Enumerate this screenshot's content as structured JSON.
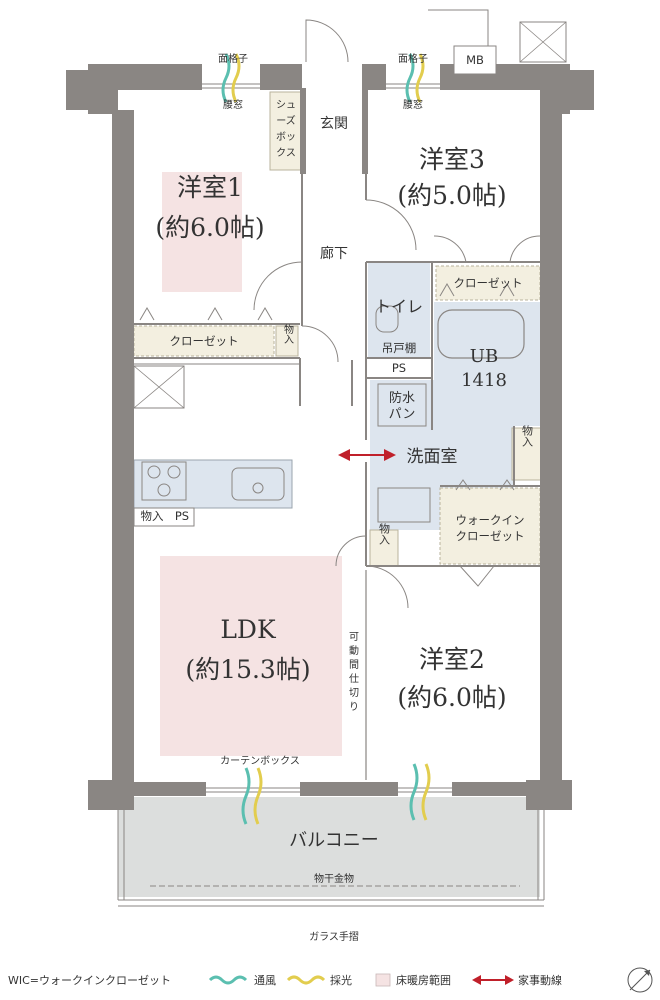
{
  "rooms": {
    "western1": {
      "name": "洋室1",
      "size": "(約6.0帖)"
    },
    "western2": {
      "name": "洋室2",
      "size": "(約6.0帖)"
    },
    "western3": {
      "name": "洋室3",
      "size": "(約5.0帖)"
    },
    "ldk": {
      "name": "LDK",
      "size": "(約15.3帖)"
    },
    "genkan": "玄関",
    "rouka": "廊下",
    "toilet": "トイレ",
    "tsuridana": "吊戸棚",
    "ub": {
      "name": "UB",
      "number": "1418"
    },
    "ps": "PS",
    "bousui": [
      "防水",
      "パン"
    ],
    "senmen": "洗面室",
    "wic": [
      "ウォークイン",
      "クローゼット"
    ],
    "balcony": "バルコニー"
  },
  "labels": {
    "mengoshi": "面格子",
    "koshimado": "腰窓",
    "mb": "MB",
    "shoes_box": [
      "シュ",
      "ーズ",
      "ボッ",
      "クス"
    ],
    "closet": "クローゼット",
    "monoire": "物入",
    "ps": "PS",
    "curtain_box": "カーテンボックス",
    "movable_partition": [
      "可",
      "動",
      "間",
      "仕",
      "切",
      "り"
    ],
    "monohoshi": "物干金物",
    "glass_handrail": "ガラス手摺"
  },
  "legend": {
    "wic_def": "WIC=ウォークインクローゼット",
    "ventilation": "通風",
    "daylight": "採光",
    "floor_heating": "床暖房範囲",
    "housework": "家事動線"
  },
  "colors": {
    "wall": "#8a8683",
    "floor_heating": "#f5e3e3",
    "wet_area": "#dde5ee",
    "closet": "#f3efe0",
    "balcony": "#dcdedd",
    "ventilation": "#5bbfb0",
    "daylight": "#e2cd4e",
    "housework": "#c0202a"
  }
}
